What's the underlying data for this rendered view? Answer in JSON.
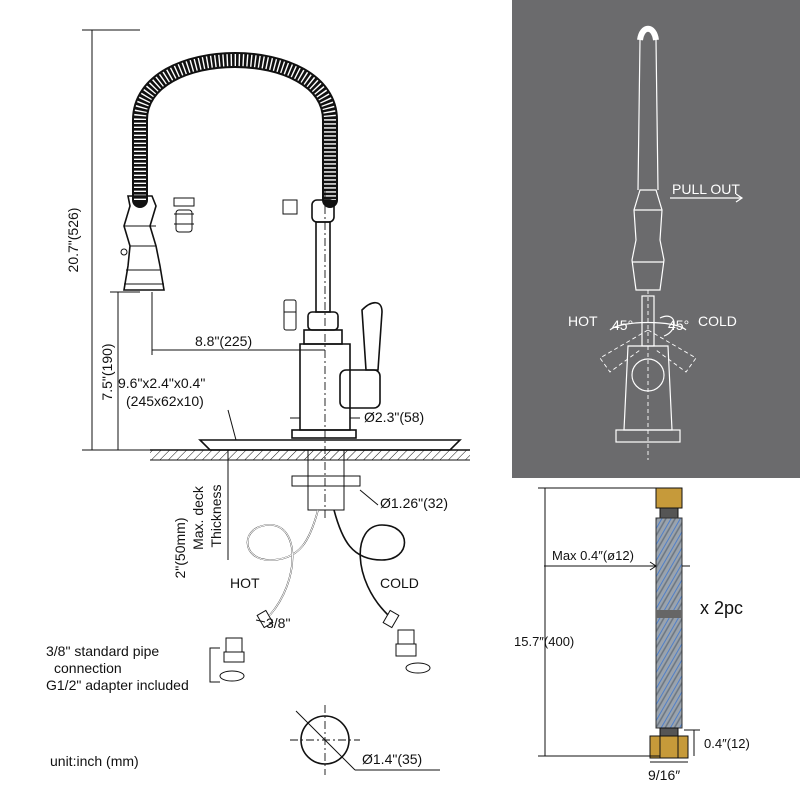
{
  "dimensions": {
    "height_total": "20.7\"(526)",
    "height_spout": "7.5\"(190)",
    "reach": "8.8\"(225)",
    "plate": "9.6\"x2.4\"x0.4\"",
    "plate_mm": "(245x62x10)",
    "base_diameter": "Ø2.3\"(58)",
    "shank_diameter": "Ø1.26\"(32)",
    "deck_thickness_1": "2\"(50mm)",
    "deck_thickness_2": "Max. deck",
    "deck_thickness_3": "Thickness",
    "hole_diameter": "Ø1.4\"(35)"
  },
  "hoses": {
    "hot": "HOT",
    "cold": "COLD",
    "size": "3/8\"",
    "note_line1": "3/8\" standard pipe",
    "note_line2": "connection",
    "note_line3": "G1/2\" adapter included"
  },
  "unit_note": "unit:inch (mm)",
  "side_view": {
    "pull_out": "PULL OUT",
    "hot": "HOT",
    "cold": "COLD",
    "angle_left": "45°",
    "angle_right": "45°"
  },
  "hose_detail": {
    "max_diameter": "Max 0.4″(ø12)",
    "quantity": "x 2pc",
    "length": "15.7″(400)",
    "end_length": "0.4″(12)",
    "nut_size": "9/16″"
  },
  "colors": {
    "dark_panel": "#6b6b6d",
    "hose_brass": "#c69a3a",
    "hose_blue": "#4f7fc9"
  }
}
